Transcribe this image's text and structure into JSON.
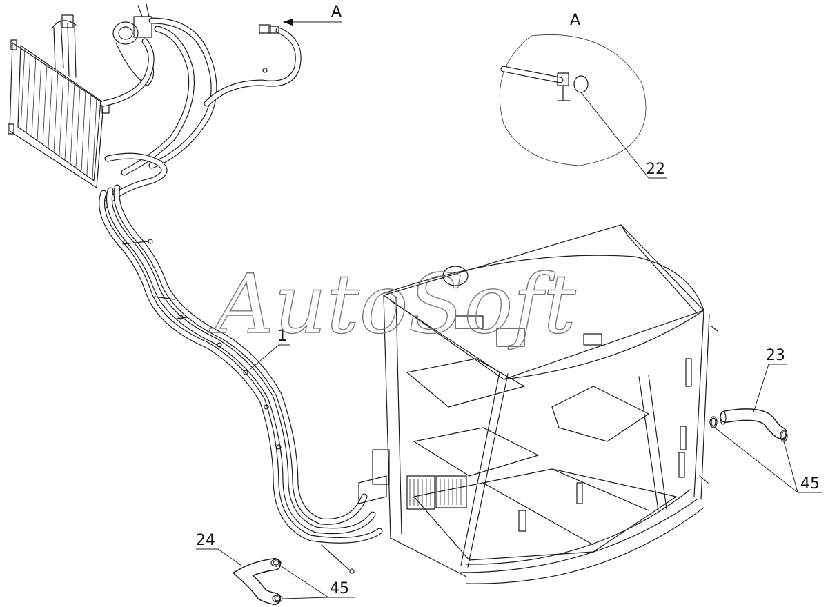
{
  "watermark": "AutoSoft",
  "view_marker": "A",
  "detail_title": "A",
  "callouts": {
    "hose_harness": "1",
    "fitting_detail": "22",
    "hose_right": "23",
    "hose_left": "24",
    "ring_right": "45",
    "ring_left": "45"
  }
}
